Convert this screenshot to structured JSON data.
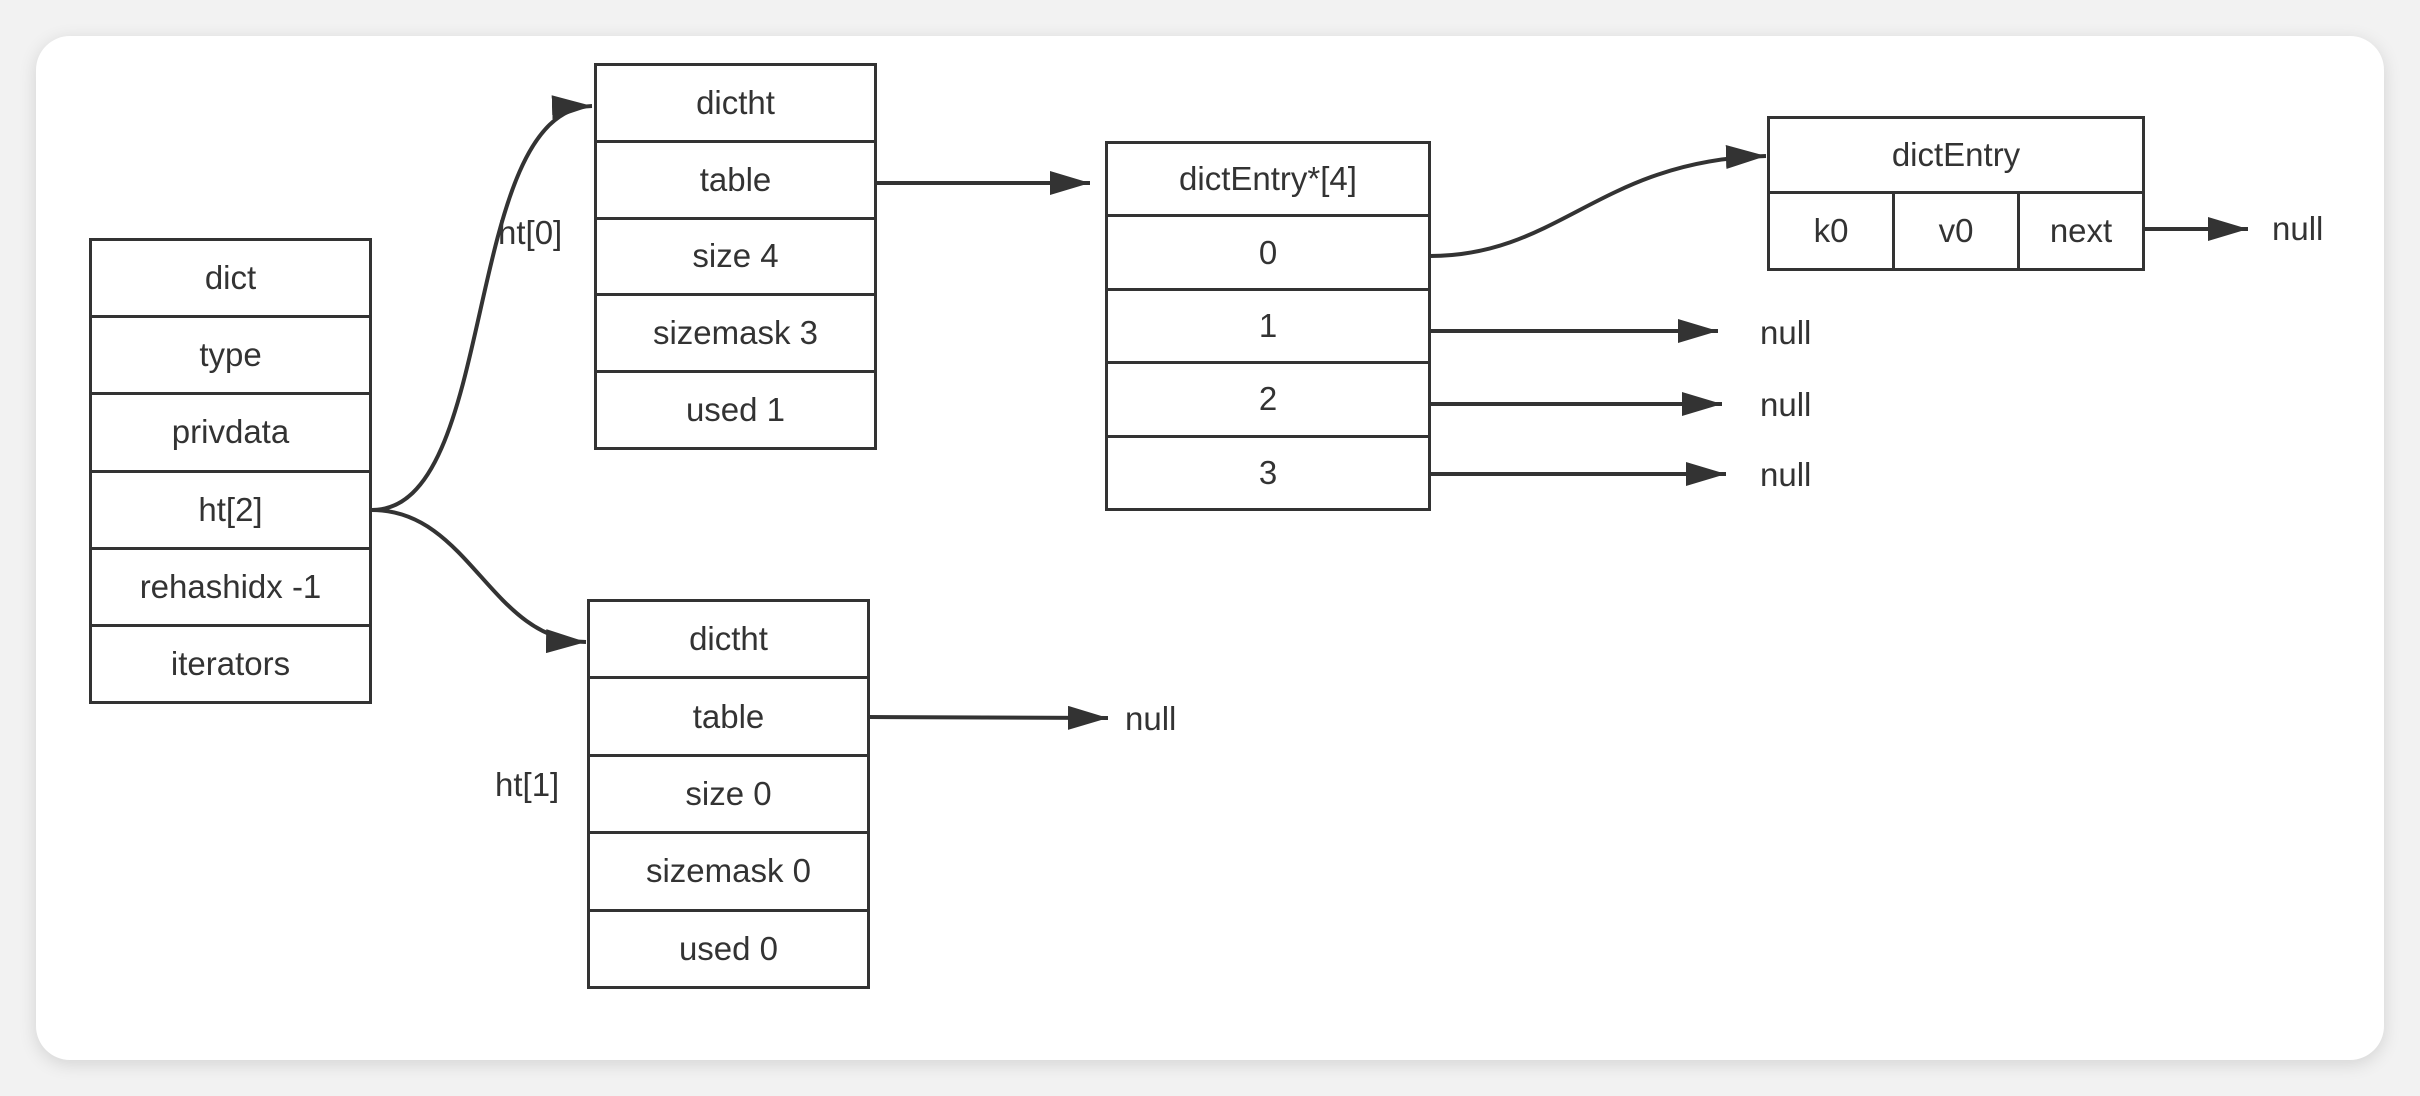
{
  "dict": {
    "fields": [
      "dict",
      "type",
      "privdata",
      "ht[2]",
      "rehashidx -1",
      "iterators"
    ]
  },
  "ht0": {
    "label": "ht[0]",
    "fields": [
      "dictht",
      "table",
      "size 4",
      "sizemask 3",
      "used 1"
    ]
  },
  "ht1": {
    "label": "ht[1]",
    "fields": [
      "dictht",
      "table",
      "size 0",
      "sizemask 0",
      "used 0"
    ],
    "table_target": "null"
  },
  "buckets": {
    "header": "dictEntry*[4]",
    "indices": [
      "0",
      "1",
      "2",
      "3"
    ],
    "targets": [
      "null",
      "null",
      "null"
    ]
  },
  "entry": {
    "title": "dictEntry",
    "fields": [
      "k0",
      "v0",
      "next"
    ],
    "next_target": "null"
  },
  "colors": {
    "stroke": "#333333",
    "background": "#ffffff",
    "page": "#f2f2f2"
  }
}
